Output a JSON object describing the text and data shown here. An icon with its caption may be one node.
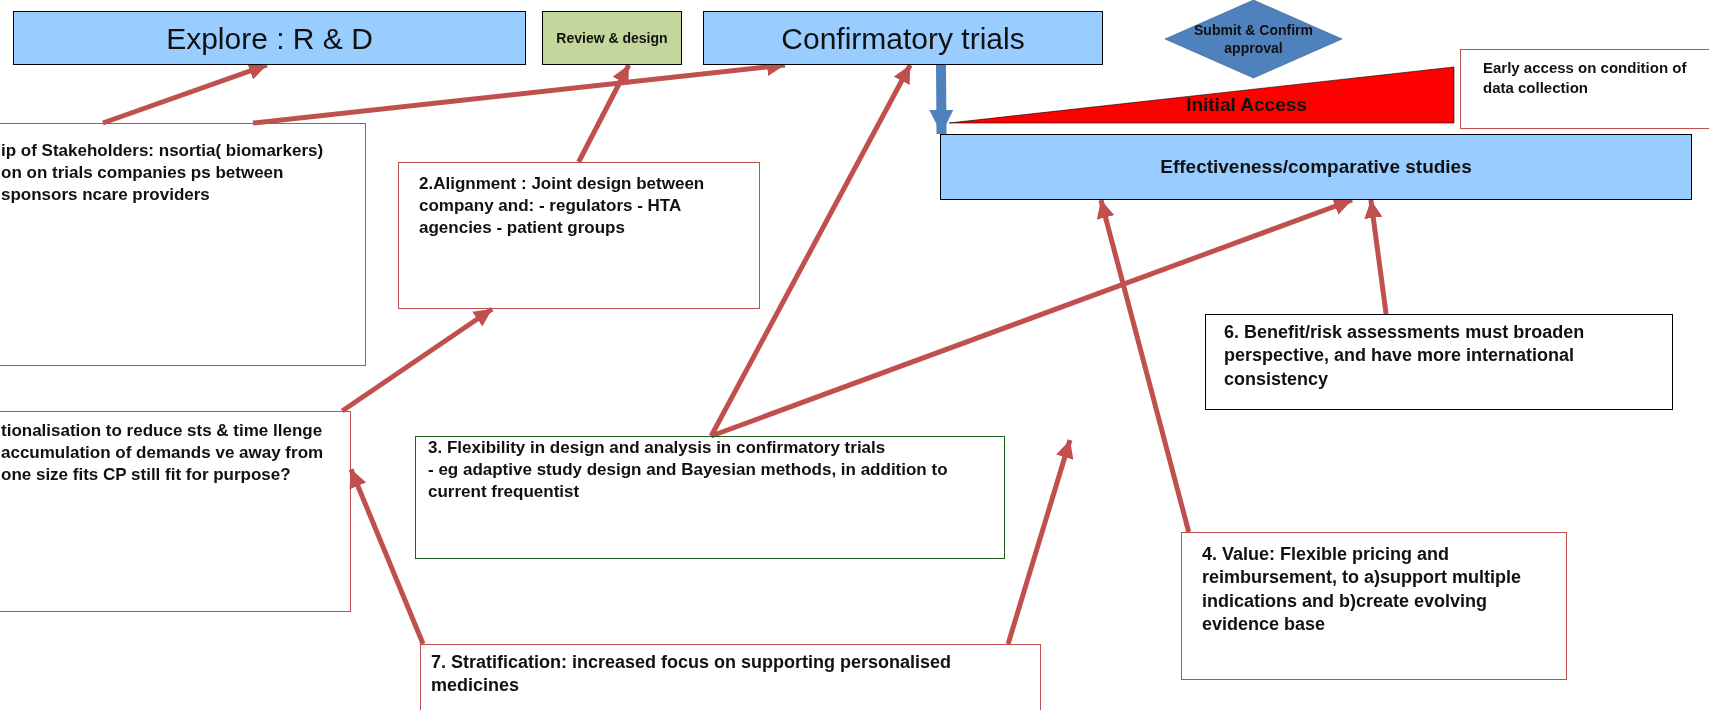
{
  "diagram": {
    "nodes": [
      {
        "text": [
          "Explore : R & D"
        ]
      },
      {
        "text": [
          "Review & design"
        ]
      },
      {
        "text": [
          "Confirmatory trials"
        ]
      },
      {
        "text": [
          "Submit & Confirm approval"
        ]
      },
      {
        "text": [
          "Initial Access"
        ]
      },
      {
        "text": [
          "Early access on condition of data collection"
        ]
      },
      {
        "text": [
          "Effectiveness/comparative studies"
        ]
      },
      {
        "text": [
          "ip of Stakeholders: nsortia( biomarkers) on on trials companies ps between sponsors ncare providers"
        ]
      },
      {
        "text": [
          "2.Alignment : Joint design between company and: - regulators - HTA agencies - patient groups"
        ]
      },
      {
        "text": [
          "tionalisation to reduce sts & time llenge accumulation of demands ve away from one size fits CP still fit for purpose?"
        ]
      },
      {
        "text": [
          "3. Flexibility in design and analysis in confirmatory trials",
          "- eg adaptive study design and Bayesian methods, in addition to current frequentist"
        ]
      },
      {
        "text": [
          "6. Benefit/risk assessments must broaden perspective, and have more international consistency"
        ]
      },
      {
        "text": [
          "4. Value: Flexible pricing and reimbursement, to a)support multiple indications and b)create evolving evidence base"
        ]
      },
      {
        "text": [
          "7. Stratification: increased focus on supporting personalised medicines"
        ]
      }
    ],
    "edges": [
      {
        "from": 7,
        "to": 0,
        "arrow": "to"
      },
      {
        "from": 7,
        "to": 2,
        "arrow": "to"
      },
      {
        "from": 8,
        "to": 1,
        "arrow": "to"
      },
      {
        "from": 2,
        "to": 6,
        "arrow": "to",
        "style": "thick",
        "color": "#4f81bd"
      },
      {
        "from": 9,
        "to": 8,
        "arrow": "to"
      },
      {
        "from": 10,
        "to": 2,
        "arrow": "to"
      },
      {
        "from": 10,
        "to": 6,
        "arrow": "to"
      },
      {
        "from": 11,
        "to": 6,
        "arrow": "to"
      },
      {
        "from": 12,
        "to": 6,
        "arrow": "to"
      },
      {
        "from": 13,
        "to": 9,
        "arrow": "to"
      },
      {
        "from": 13,
        "to": null,
        "arrow": "to"
      }
    ]
  }
}
